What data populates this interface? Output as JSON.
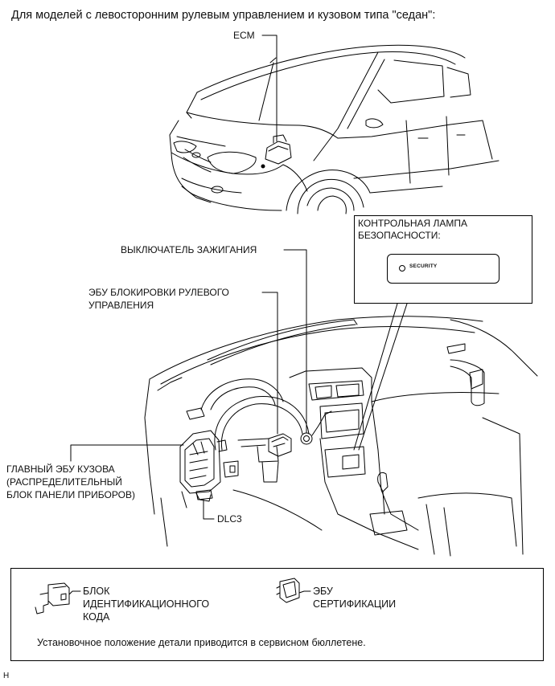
{
  "caption": "Для моделей с левосторонним рулевым управлением и кузовом типа \"седан\":",
  "labels": {
    "ecm": "ECM",
    "ignition_switch": "ВЫКЛЮЧАТЕЛЬ ЗАЖИГАНИЯ",
    "steering_lock_ecu": [
      "ЭБУ БЛОКИРОВКИ РУЛЕВОГО",
      "УПРАВЛЕНИЯ"
    ],
    "main_body_ecu": [
      "ГЛАВНЫЙ ЭБУ КУЗОВА",
      "(РАСПРЕДЕЛИТЕЛЬНЫЙ",
      "БЛОК ПАНЕЛИ ПРИБОРОВ)"
    ],
    "dlc3": "DLC3"
  },
  "security_lamp": {
    "title": [
      "КОНТРОЛЬНАЯ ЛАМПА",
      "БЕЗОПАСНОСТИ:"
    ],
    "indicator_text": "SECURITY"
  },
  "legend": {
    "id_code_box": [
      "БЛОК",
      "ИДЕНТИФИКАЦИОННОГО",
      "КОДА"
    ],
    "certification_ecu": [
      "ЭБУ",
      "СЕРТИФИКАЦИИ"
    ],
    "note": "Установочное положение детали приводится в сервисном бюллетене."
  },
  "footer_mark": "H"
}
